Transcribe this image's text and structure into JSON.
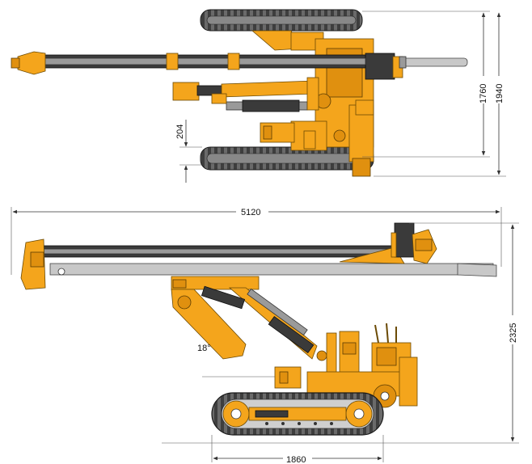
{
  "dimensions": {
    "top_track_inner": "1760",
    "top_track_outer": "1940",
    "top_track_gap": "204",
    "overall_length": "5120",
    "overall_height": "2325",
    "boom_angle": "18°",
    "track_length": "1860"
  }
}
